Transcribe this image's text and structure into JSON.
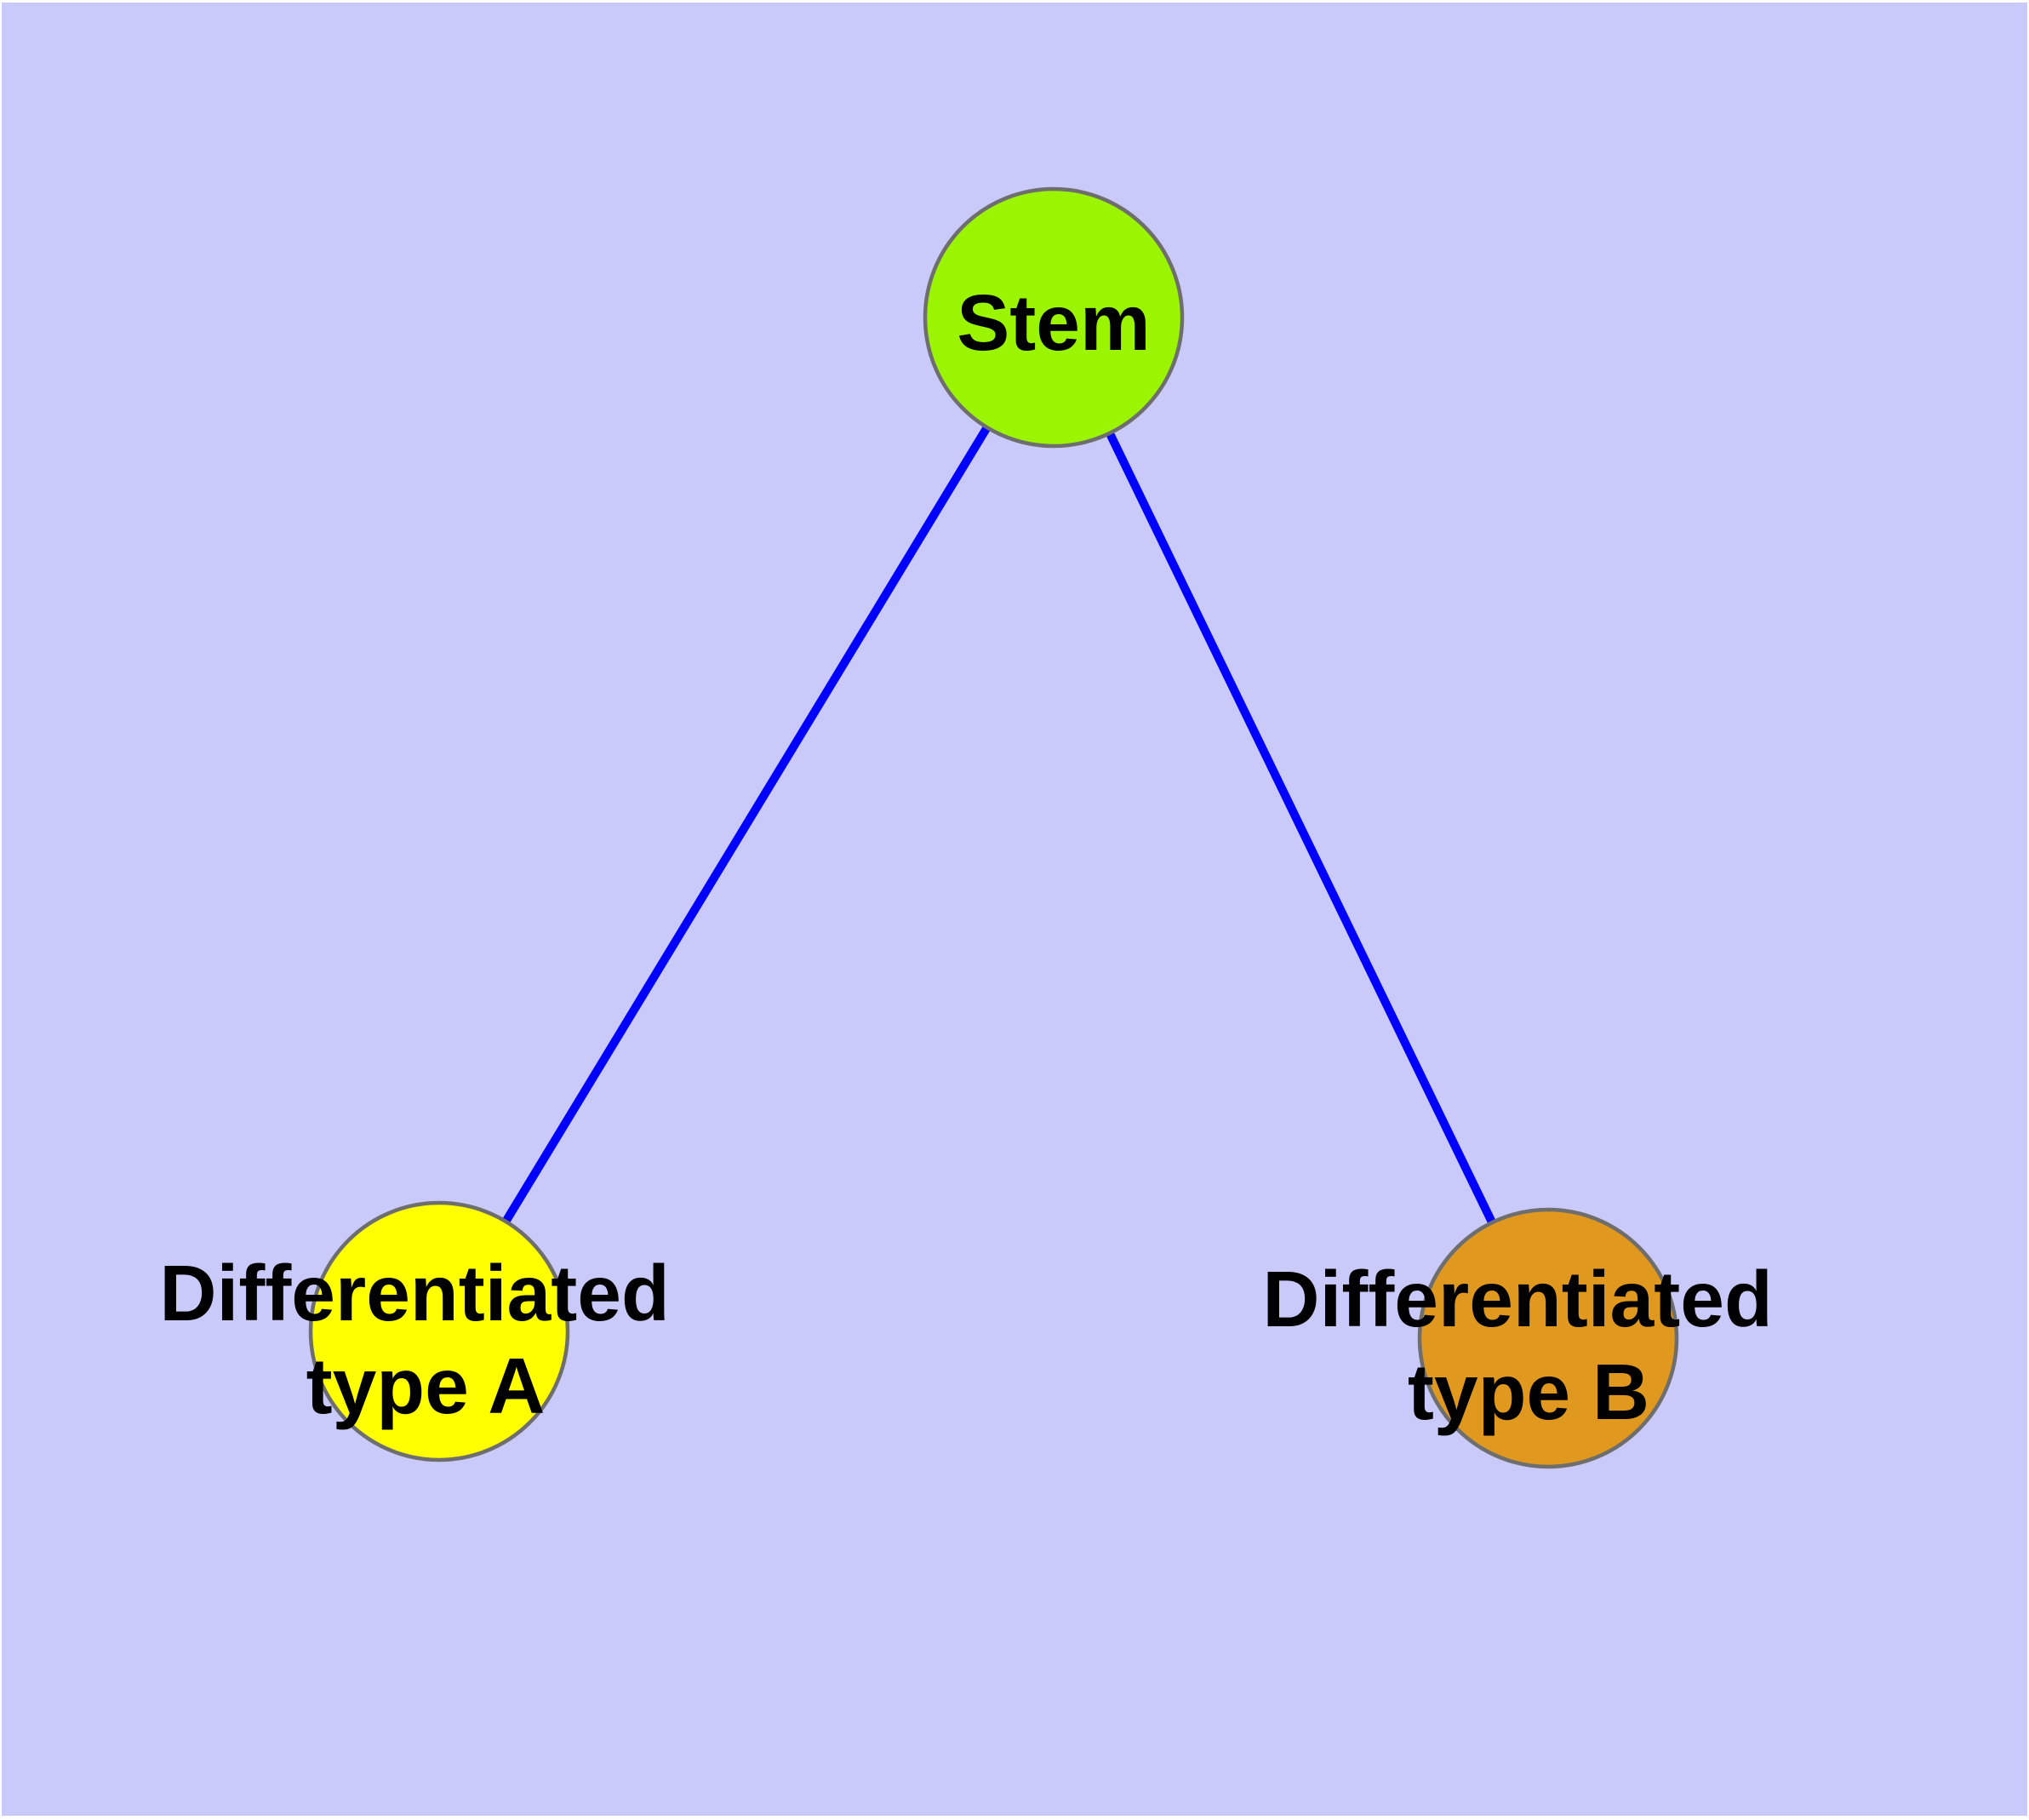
{
  "diagram": {
    "type": "node-link-graph",
    "colors": {
      "page_background": "#FFFFFF",
      "plot_background": "#CACAFA",
      "edge": "#0000FF",
      "node_border": "#6E6E6E",
      "label": "#000000",
      "stem_fill": "#9BF500",
      "type_a_fill": "#FFFF00",
      "type_b_fill": "#E0981E"
    },
    "nodes": [
      {
        "id": "stem",
        "label": "Stem",
        "line1": "Stem",
        "fill": "#9BF500"
      },
      {
        "id": "differentiated-type-a",
        "label": "Differentiated type A",
        "line1": "Differentiated",
        "line2": "type A",
        "fill": "#FFFF00"
      },
      {
        "id": "differentiated-type-b",
        "label": "Differentiated type B",
        "line1": "Differentiated",
        "line2": "type B",
        "fill": "#E0981E"
      }
    ],
    "edges": [
      {
        "from": "Stem",
        "to": "Differentiated type A"
      },
      {
        "from": "Stem",
        "to": "Differentiated type B"
      }
    ]
  }
}
